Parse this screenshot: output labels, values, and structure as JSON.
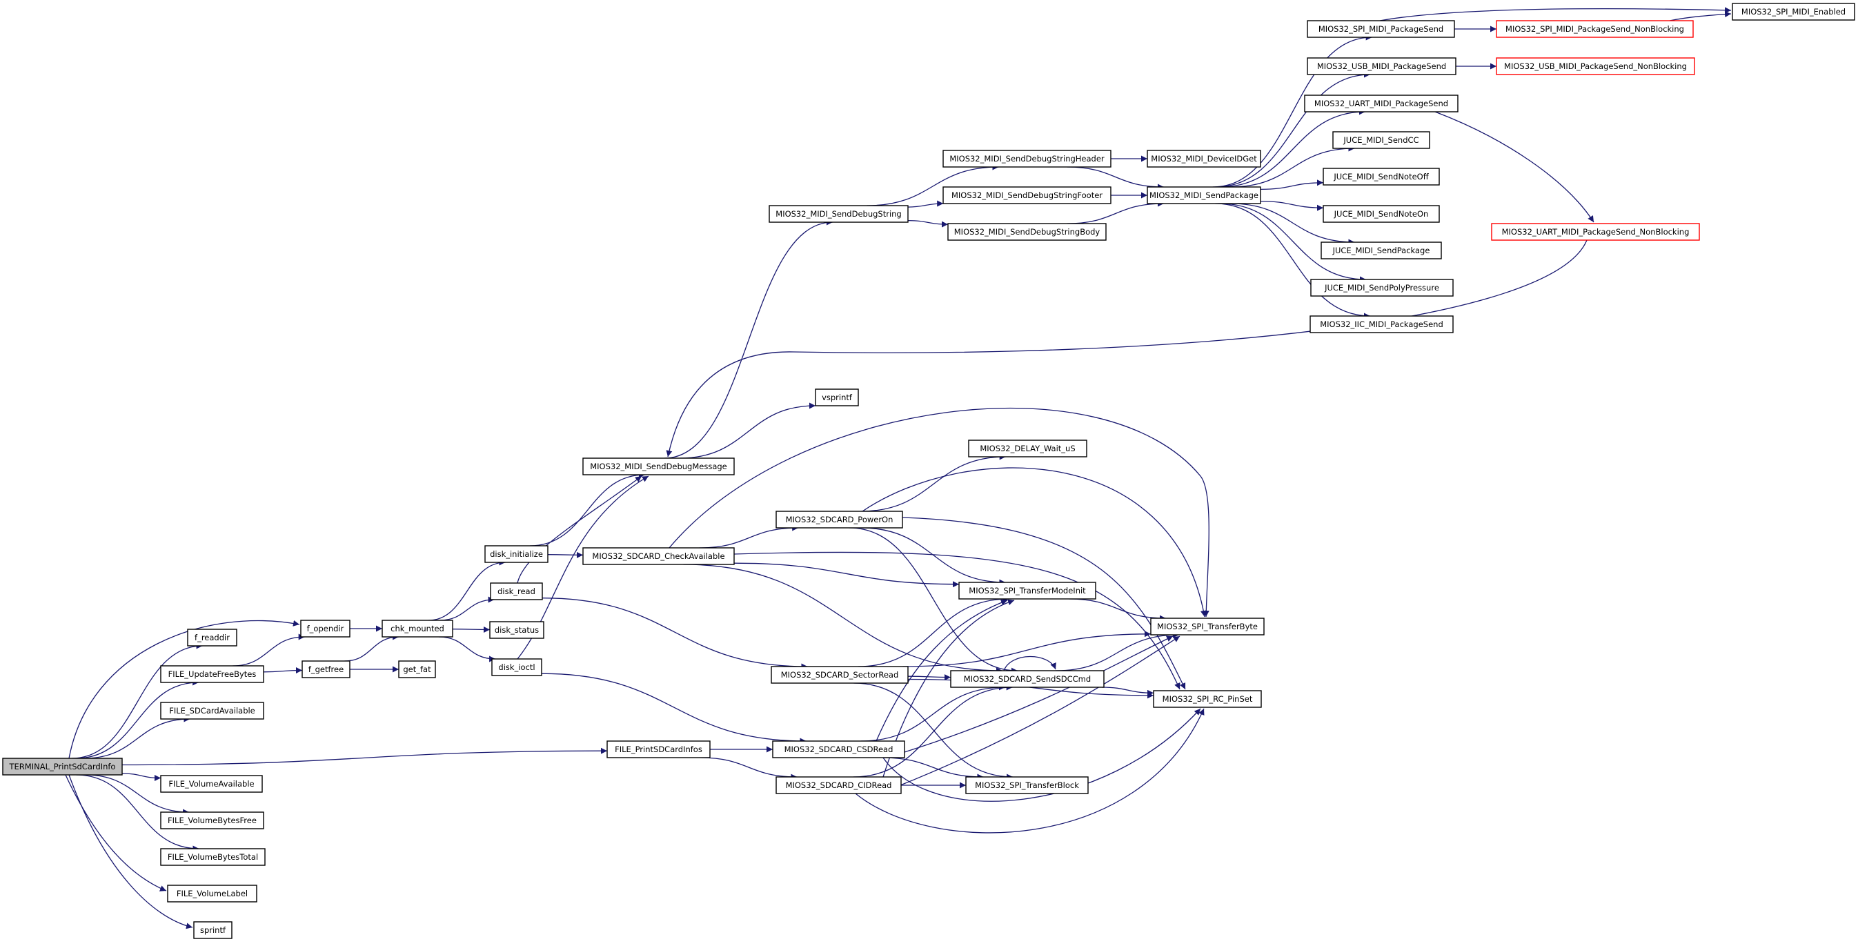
{
  "colors": {
    "edge": "#191970",
    "root_fill": "#bfbfbf",
    "truncated_border": "#ff0000",
    "node_border": "#000000"
  },
  "nodes": [
    {
      "id": "root",
      "label": "TERMINAL_PrintSdCardInfo",
      "style": "root"
    },
    {
      "id": "f_readdir",
      "label": "f_readdir"
    },
    {
      "id": "file_updatefreebytes",
      "label": "FILE_UpdateFreeBytes"
    },
    {
      "id": "file_sdcardavailable",
      "label": "FILE_SDCardAvailable"
    },
    {
      "id": "file_volumeavailable",
      "label": "FILE_VolumeAvailable"
    },
    {
      "id": "file_volumebytesfree",
      "label": "FILE_VolumeBytesFree"
    },
    {
      "id": "file_volumebytestotal",
      "label": "FILE_VolumeBytesTotal"
    },
    {
      "id": "file_volumelabel",
      "label": "FILE_VolumeLabel"
    },
    {
      "id": "sprintf",
      "label": "sprintf"
    },
    {
      "id": "f_opendir",
      "label": "f_opendir"
    },
    {
      "id": "f_getfree",
      "label": "f_getfree"
    },
    {
      "id": "chk_mounted",
      "label": "chk_mounted"
    },
    {
      "id": "get_fat",
      "label": "get_fat"
    },
    {
      "id": "disk_initialize",
      "label": "disk_initialize"
    },
    {
      "id": "disk_read",
      "label": "disk_read"
    },
    {
      "id": "disk_status",
      "label": "disk_status"
    },
    {
      "id": "disk_ioctl",
      "label": "disk_ioctl"
    },
    {
      "id": "senddebugmessage",
      "label": "MIOS32_MIDI_SendDebugMessage"
    },
    {
      "id": "vsprintf",
      "label": "vsprintf"
    },
    {
      "id": "senddebugstring",
      "label": "MIOS32_MIDI_SendDebugString"
    },
    {
      "id": "sdcard_checkavailable",
      "label": "MIOS32_SDCARD_CheckAvailable"
    },
    {
      "id": "file_printsdcardinfos",
      "label": "FILE_PrintSDCardInfos"
    },
    {
      "id": "sdcard_poweron",
      "label": "MIOS32_SDCARD_PowerOn"
    },
    {
      "id": "sdcard_sectorread",
      "label": "MIOS32_SDCARD_SectorRead"
    },
    {
      "id": "sdcard_csdread",
      "label": "MIOS32_SDCARD_CSDRead"
    },
    {
      "id": "sdcard_cidread",
      "label": "MIOS32_SDCARD_CIDRead"
    },
    {
      "id": "debugstringheader",
      "label": "MIOS32_MIDI_SendDebugStringHeader"
    },
    {
      "id": "debugstringfooter",
      "label": "MIOS32_MIDI_SendDebugStringFooter"
    },
    {
      "id": "debugstringbody",
      "label": "MIOS32_MIDI_SendDebugStringBody"
    },
    {
      "id": "delay_wait_us",
      "label": "MIOS32_DELAY_Wait_uS"
    },
    {
      "id": "spi_transfermodeinit",
      "label": "MIOS32_SPI_TransferModeInit"
    },
    {
      "id": "sdcard_sendsdccmd",
      "label": "MIOS32_SDCARD_SendSDCCmd"
    },
    {
      "id": "spi_transferblock",
      "label": "MIOS32_SPI_TransferBlock"
    },
    {
      "id": "deviceidget",
      "label": "MIOS32_MIDI_DeviceIDGet"
    },
    {
      "id": "sendpackage",
      "label": "MIOS32_MIDI_SendPackage"
    },
    {
      "id": "spi_transferbyte",
      "label": "MIOS32_SPI_TransferByte"
    },
    {
      "id": "spi_rc_pinset",
      "label": "MIOS32_SPI_RC_PinSet"
    },
    {
      "id": "spi_midi_packagesend",
      "label": "MIOS32_SPI_MIDI_PackageSend"
    },
    {
      "id": "usb_midi_packagesend",
      "label": "MIOS32_USB_MIDI_PackageSend"
    },
    {
      "id": "uart_midi_packagesend",
      "label": "MIOS32_UART_MIDI_PackageSend"
    },
    {
      "id": "juce_sendcc",
      "label": "JUCE_MIDI_SendCC"
    },
    {
      "id": "juce_sendnoteoff",
      "label": "JUCE_MIDI_SendNoteOff"
    },
    {
      "id": "juce_sendnoteon",
      "label": "JUCE_MIDI_SendNoteOn"
    },
    {
      "id": "juce_sendpackage",
      "label": "JUCE_MIDI_SendPackage"
    },
    {
      "id": "juce_sendpolypressure",
      "label": "JUCE_MIDI_SendPolyPressure"
    },
    {
      "id": "iic_midi_packagesend",
      "label": "MIOS32_IIC_MIDI_PackageSend"
    },
    {
      "id": "spi_midi_packagesend_nb",
      "label": "MIOS32_SPI_MIDI_PackageSend_NonBlocking",
      "style": "red"
    },
    {
      "id": "usb_midi_packagesend_nb",
      "label": "MIOS32_USB_MIDI_PackageSend_NonBlocking",
      "style": "red"
    },
    {
      "id": "uart_midi_packagesend_nb",
      "label": "MIOS32_UART_MIDI_PackageSend_NonBlocking",
      "style": "red"
    },
    {
      "id": "spi_midi_enabled",
      "label": "MIOS32_SPI_MIDI_Enabled"
    }
  ],
  "edges": [
    [
      "root",
      "f_opendir"
    ],
    [
      "root",
      "f_readdir"
    ],
    [
      "root",
      "file_updatefreebytes"
    ],
    [
      "root",
      "file_sdcardavailable"
    ],
    [
      "root",
      "file_printsdcardinfos"
    ],
    [
      "root",
      "file_volumeavailable"
    ],
    [
      "root",
      "file_volumebytesfree"
    ],
    [
      "root",
      "file_volumebytestotal"
    ],
    [
      "root",
      "file_volumelabel"
    ],
    [
      "root",
      "sprintf"
    ],
    [
      "file_updatefreebytes",
      "f_opendir"
    ],
    [
      "file_updatefreebytes",
      "f_getfree"
    ],
    [
      "f_opendir",
      "chk_mounted"
    ],
    [
      "f_getfree",
      "chk_mounted"
    ],
    [
      "f_getfree",
      "get_fat"
    ],
    [
      "chk_mounted",
      "disk_initialize"
    ],
    [
      "chk_mounted",
      "disk_read"
    ],
    [
      "chk_mounted",
      "disk_status"
    ],
    [
      "chk_mounted",
      "disk_ioctl"
    ],
    [
      "disk_initialize",
      "senddebugmessage"
    ],
    [
      "disk_initialize",
      "sdcard_checkavailable"
    ],
    [
      "disk_read",
      "senddebugmessage"
    ],
    [
      "disk_read",
      "sdcard_sectorread"
    ],
    [
      "disk_ioctl",
      "senddebugmessage"
    ],
    [
      "disk_ioctl",
      "sdcard_csdread"
    ],
    [
      "senddebugmessage",
      "senddebugstring"
    ],
    [
      "senddebugmessage",
      "vsprintf"
    ],
    [
      "senddebugstring",
      "debugstringheader"
    ],
    [
      "senddebugstring",
      "debugstringfooter"
    ],
    [
      "senddebugstring",
      "debugstringbody"
    ],
    [
      "debugstringheader",
      "deviceidget"
    ],
    [
      "debugstringheader",
      "sendpackage"
    ],
    [
      "debugstringfooter",
      "sendpackage"
    ],
    [
      "debugstringbody",
      "sendpackage"
    ],
    [
      "sendpackage",
      "spi_midi_packagesend"
    ],
    [
      "sendpackage",
      "usb_midi_packagesend"
    ],
    [
      "sendpackage",
      "uart_midi_packagesend"
    ],
    [
      "sendpackage",
      "juce_sendcc"
    ],
    [
      "sendpackage",
      "juce_sendnoteoff"
    ],
    [
      "sendpackage",
      "juce_sendnoteon"
    ],
    [
      "sendpackage",
      "juce_sendpackage"
    ],
    [
      "sendpackage",
      "juce_sendpolypressure"
    ],
    [
      "sendpackage",
      "iic_midi_packagesend"
    ],
    [
      "spi_midi_packagesend",
      "spi_midi_enabled"
    ],
    [
      "spi_midi_packagesend",
      "spi_midi_packagesend_nb"
    ],
    [
      "spi_midi_packagesend_nb",
      "spi_midi_enabled"
    ],
    [
      "usb_midi_packagesend",
      "usb_midi_packagesend_nb"
    ],
    [
      "uart_midi_packagesend",
      "uart_midi_packagesend_nb"
    ],
    [
      "uart_midi_packagesend_nb",
      "senddebugmessage"
    ],
    [
      "sdcard_checkavailable",
      "sdcard_poweron"
    ],
    [
      "sdcard_checkavailable",
      "spi_transfermodeinit"
    ],
    [
      "sdcard_checkavailable",
      "sdcard_sendsdccmd"
    ],
    [
      "sdcard_checkavailable",
      "spi_transferbyte"
    ],
    [
      "sdcard_checkavailable",
      "spi_rc_pinset"
    ],
    [
      "sdcard_poweron",
      "delay_wait_us"
    ],
    [
      "sdcard_poweron",
      "spi_transfermodeinit"
    ],
    [
      "sdcard_poweron",
      "spi_transferbyte"
    ],
    [
      "sdcard_poweron",
      "sdcard_sendsdccmd"
    ],
    [
      "sdcard_poweron",
      "spi_rc_pinset"
    ],
    [
      "spi_transfermodeinit",
      "spi_transferbyte"
    ],
    [
      "sdcard_sendsdccmd",
      "spi_transferbyte"
    ],
    [
      "sdcard_sendsdccmd",
      "spi_rc_pinset"
    ],
    [
      "sdcard_sendsdccmd",
      "sdcard_sendsdccmd"
    ],
    [
      "sdcard_sectorread",
      "spi_transfermodeinit"
    ],
    [
      "sdcard_sectorread",
      "sdcard_sendsdccmd"
    ],
    [
      "sdcard_sectorread",
      "spi_transferbyte"
    ],
    [
      "sdcard_sectorread",
      "spi_transferblock"
    ],
    [
      "sdcard_sectorread",
      "spi_rc_pinset"
    ],
    [
      "file_printsdcardinfos",
      "sdcard_csdread"
    ],
    [
      "file_printsdcardinfos",
      "sdcard_cidread"
    ],
    [
      "sdcard_csdread",
      "spi_transfermodeinit"
    ],
    [
      "sdcard_csdread",
      "sdcard_sendsdccmd"
    ],
    [
      "sdcard_csdread",
      "spi_transferblock"
    ],
    [
      "sdcard_csdread",
      "spi_transferbyte"
    ],
    [
      "sdcard_csdread",
      "spi_rc_pinset"
    ],
    [
      "sdcard_cidread",
      "spi_transfermodeinit"
    ],
    [
      "sdcard_cidread",
      "sdcard_sendsdccmd"
    ],
    [
      "sdcard_cidread",
      "spi_transferblock"
    ],
    [
      "sdcard_cidread",
      "spi_transferbyte"
    ],
    [
      "sdcard_cidread",
      "spi_rc_pinset"
    ]
  ]
}
